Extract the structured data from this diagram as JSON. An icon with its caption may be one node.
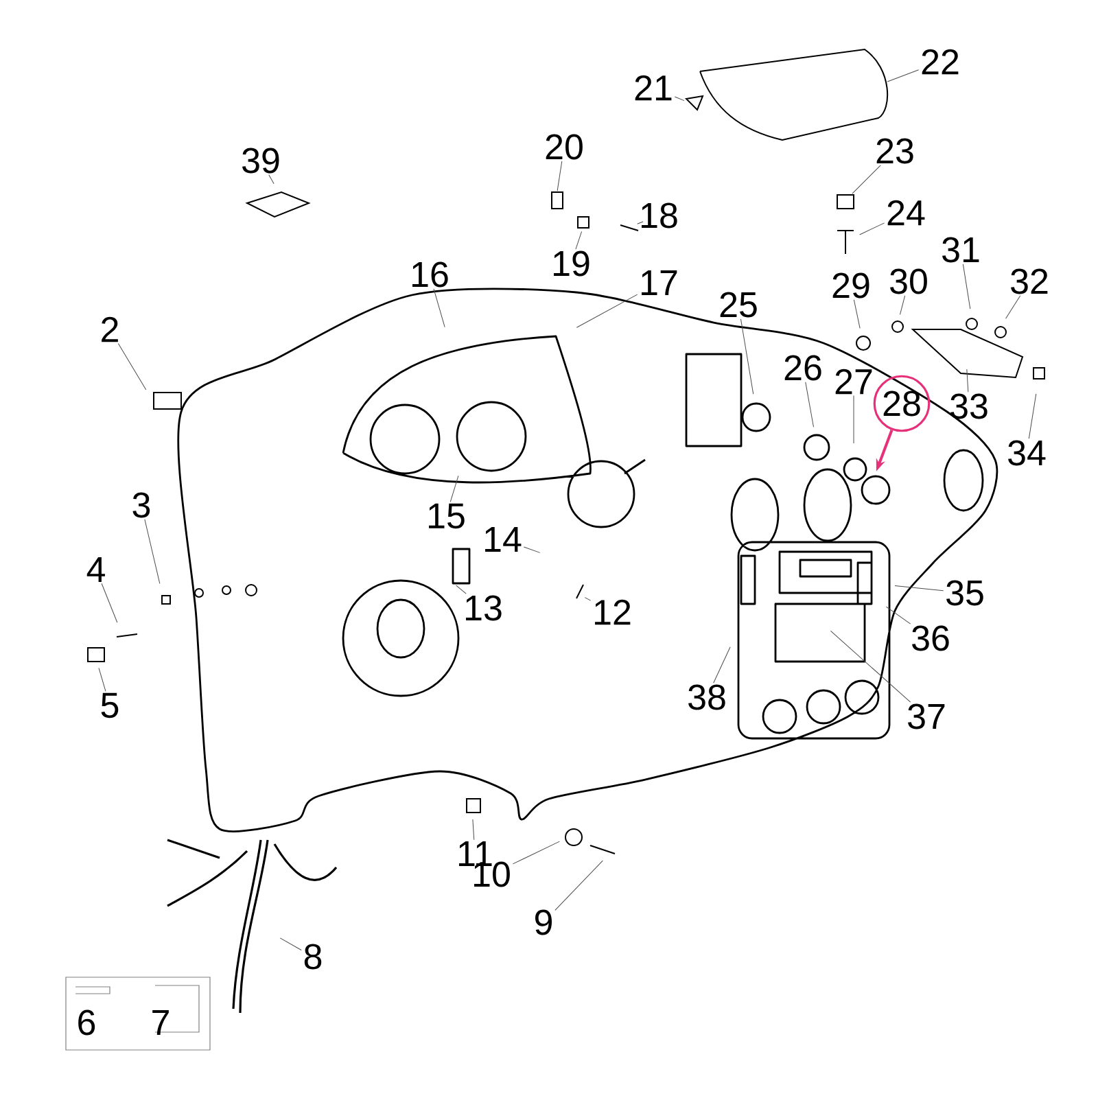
{
  "diagram": {
    "nodes": [
      {
        "text": [
          "2"
        ]
      },
      {
        "text": [
          "3"
        ]
      },
      {
        "text": [
          "4"
        ]
      },
      {
        "text": [
          "5"
        ]
      },
      {
        "text": [
          "8"
        ]
      },
      {
        "text": [
          "9"
        ]
      },
      {
        "text": [
          "10"
        ]
      },
      {
        "text": [
          "11"
        ]
      },
      {
        "text": [
          "12"
        ]
      },
      {
        "text": [
          "13"
        ]
      },
      {
        "text": [
          "14"
        ]
      },
      {
        "text": [
          "15"
        ]
      },
      {
        "text": [
          "16"
        ]
      },
      {
        "text": [
          "17"
        ]
      },
      {
        "text": [
          "18"
        ]
      },
      {
        "text": [
          "19"
        ]
      },
      {
        "text": [
          "20"
        ]
      },
      {
        "text": [
          "21"
        ]
      },
      {
        "text": [
          "22"
        ]
      },
      {
        "text": [
          "23"
        ]
      },
      {
        "text": [
          "24"
        ]
      },
      {
        "text": [
          "25"
        ]
      },
      {
        "text": [
          "26"
        ]
      },
      {
        "text": [
          "27"
        ]
      },
      {
        "text": [
          "28"
        ]
      },
      {
        "text": [
          "29"
        ]
      },
      {
        "text": [
          "30"
        ]
      },
      {
        "text": [
          "31"
        ]
      },
      {
        "text": [
          "32"
        ]
      },
      {
        "text": [
          "33"
        ]
      },
      {
        "text": [
          "34"
        ]
      },
      {
        "text": [
          "35"
        ]
      },
      {
        "text": [
          "36"
        ]
      },
      {
        "text": [
          "37"
        ]
      },
      {
        "text": [
          "38"
        ]
      },
      {
        "text": [
          "39"
        ]
      }
    ],
    "edges": [
      {
        "from": 0,
        "to": null,
        "arrow": "none"
      },
      {
        "from": 1,
        "to": null,
        "arrow": "none"
      },
      {
        "from": 2,
        "to": null,
        "arrow": "none"
      },
      {
        "from": 3,
        "to": null,
        "arrow": "none"
      },
      {
        "from": 4,
        "to": null,
        "arrow": "none"
      },
      {
        "from": 5,
        "to": null,
        "arrow": "none"
      },
      {
        "from": 6,
        "to": null,
        "arrow": "none"
      },
      {
        "from": 7,
        "to": null,
        "arrow": "none"
      },
      {
        "from": 8,
        "to": null,
        "arrow": "none"
      },
      {
        "from": 9,
        "to": null,
        "arrow": "none"
      },
      {
        "from": 10,
        "to": null,
        "arrow": "none"
      },
      {
        "from": 11,
        "to": null,
        "arrow": "none"
      },
      {
        "from": 12,
        "to": null,
        "arrow": "none"
      },
      {
        "from": 13,
        "to": null,
        "arrow": "none"
      },
      {
        "from": 14,
        "to": null,
        "arrow": "none"
      },
      {
        "from": 15,
        "to": null,
        "arrow": "none"
      },
      {
        "from": 16,
        "to": null,
        "arrow": "none"
      },
      {
        "from": 17,
        "to": null,
        "arrow": "none"
      },
      {
        "from": 18,
        "to": null,
        "arrow": "none"
      },
      {
        "from": 19,
        "to": null,
        "arrow": "none"
      },
      {
        "from": 20,
        "to": null,
        "arrow": "none"
      },
      {
        "from": 21,
        "to": null,
        "arrow": "none"
      },
      {
        "from": 22,
        "to": null,
        "arrow": "none"
      },
      {
        "from": 23,
        "to": null,
        "arrow": "none"
      },
      {
        "from": 24,
        "to": null,
        "arrow": "to",
        "style": "thick",
        "color": "#e6307a"
      },
      {
        "from": 25,
        "to": null,
        "arrow": "none"
      },
      {
        "from": 26,
        "to": null,
        "arrow": "none"
      },
      {
        "from": 27,
        "to": null,
        "arrow": "none"
      },
      {
        "from": 28,
        "to": null,
        "arrow": "none"
      },
      {
        "from": 29,
        "to": null,
        "arrow": "none"
      },
      {
        "from": 30,
        "to": null,
        "arrow": "none"
      },
      {
        "from": 31,
        "to": null,
        "arrow": "none"
      },
      {
        "from": 32,
        "to": null,
        "arrow": "none"
      },
      {
        "from": 33,
        "to": null,
        "arrow": "none"
      },
      {
        "from": 34,
        "to": null,
        "arrow": "none"
      },
      {
        "from": 35,
        "to": null,
        "arrow": "none"
      }
    ],
    "labels": [
      "6",
      "7"
    ]
  }
}
